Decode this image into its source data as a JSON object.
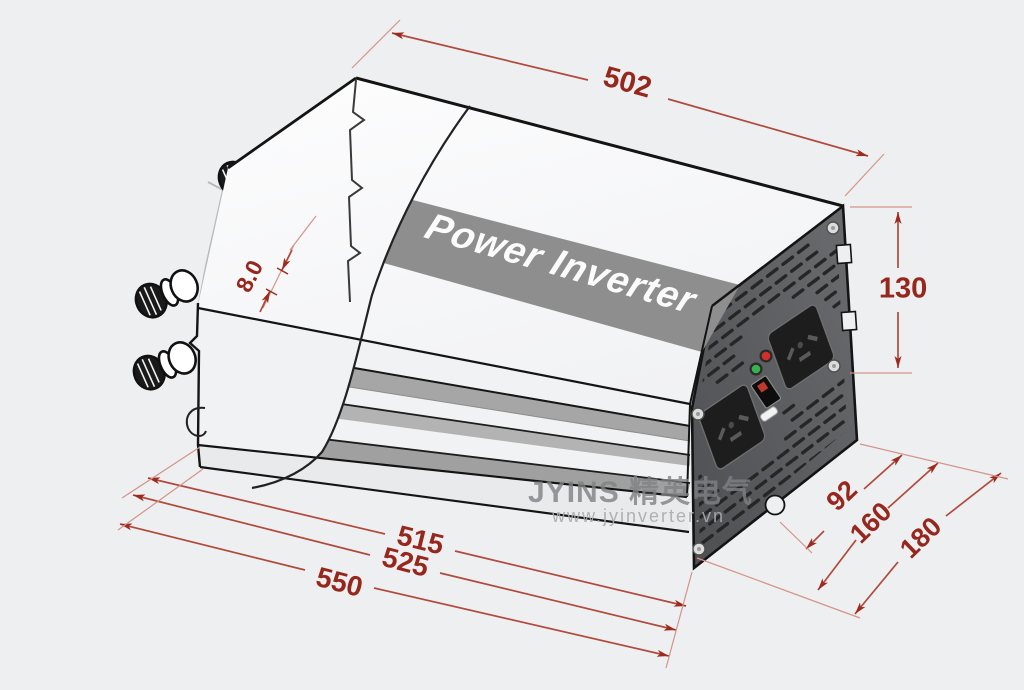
{
  "diagram": {
    "product_label": "Power Inverter",
    "watermark": {
      "brand": "JYINS 精英电气",
      "url": "www.jyinverter.vn"
    },
    "dimensions": {
      "length_top": "502",
      "height_right": "130",
      "terminal_hole": "8.0",
      "depth_inner": "92",
      "depth_mid": "160",
      "depth_outer": "180",
      "length_body": "515",
      "length_mid": "525",
      "length_overall": "550"
    },
    "colors": {
      "background": "#edeff1",
      "dimension_line": "#b1493c",
      "dimension_text": "#97271d",
      "panel": "#5c5d60",
      "stripe": "#8e8e8e"
    }
  }
}
